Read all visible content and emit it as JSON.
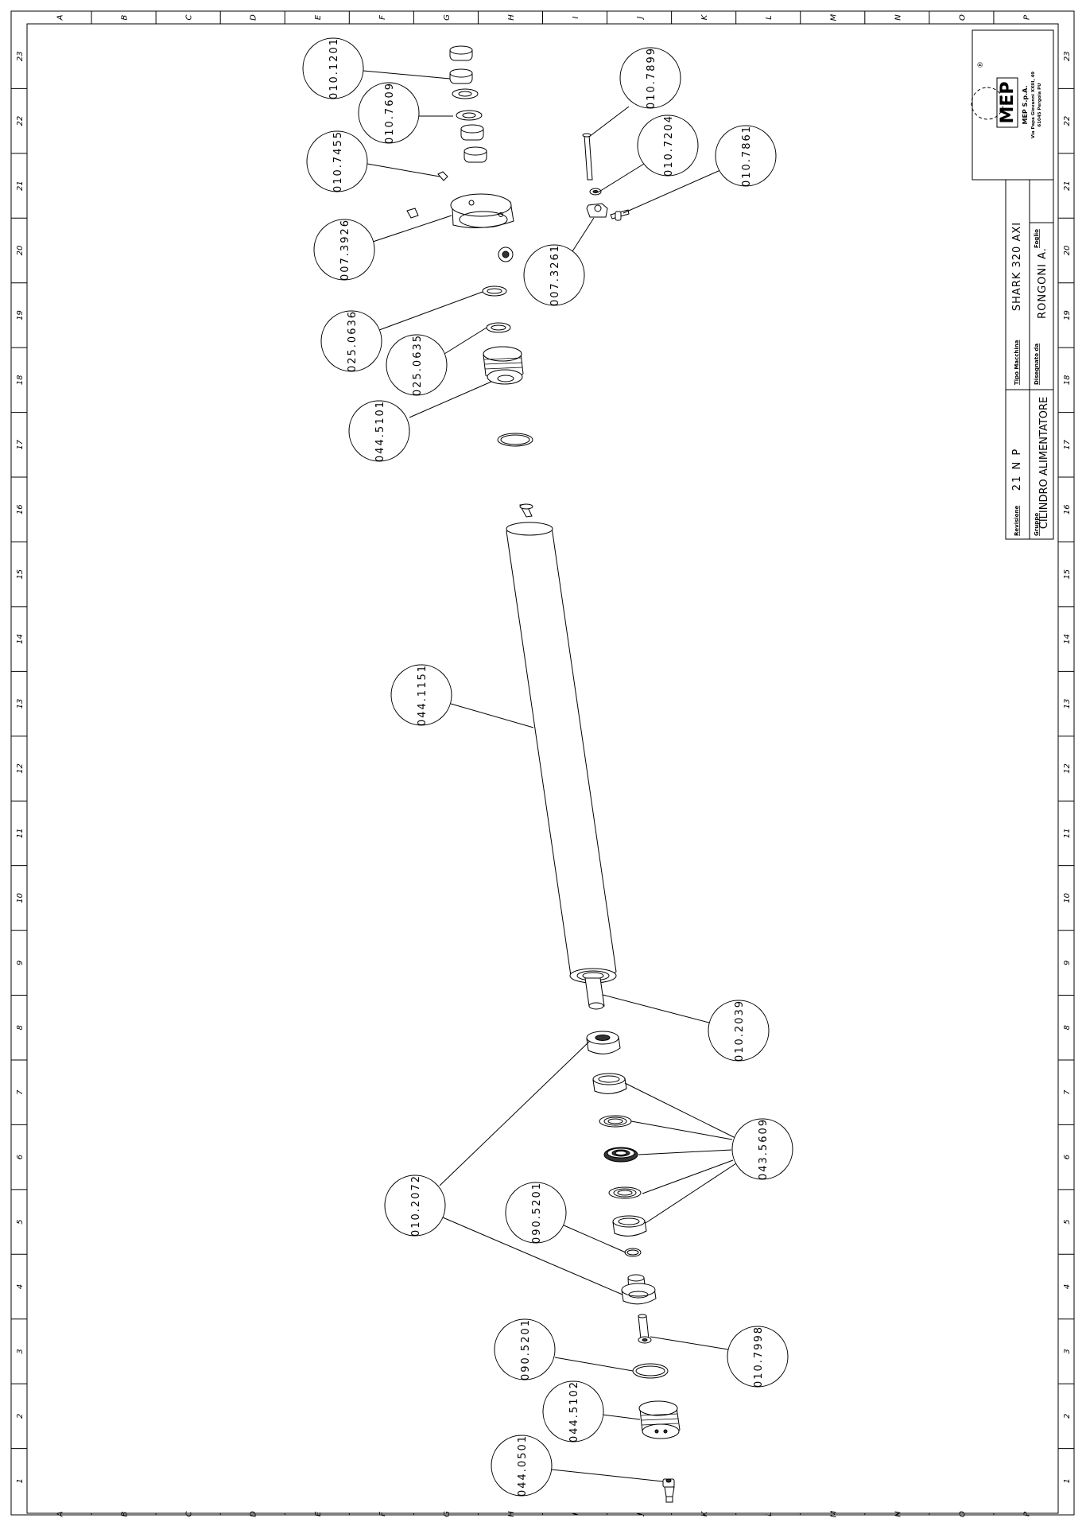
{
  "grid": {
    "columns": [
      "A",
      "B",
      "C",
      "D",
      "E",
      "F",
      "G",
      "H",
      "I",
      "J",
      "K",
      "L",
      "M",
      "N",
      "O",
      "P"
    ],
    "rows": [
      "1",
      "2",
      "3",
      "4",
      "5",
      "6",
      "7",
      "8",
      "9",
      "10",
      "11",
      "12",
      "13",
      "14",
      "15",
      "16",
      "17",
      "18",
      "19",
      "20",
      "21",
      "22",
      "23"
    ]
  },
  "title_block": {
    "company": "MEP S.p.A.",
    "address_line1": "Via Papa Giovanni XXIII, 49",
    "address_line2": "61045 Pergola PU",
    "revisione_label": "Revisione",
    "revisione_value": "21 N P",
    "tipo_macchina_label": "Tipo Macchina",
    "tipo_macchina_value": "SHARK 320 AXI",
    "gruppo_label": "Gruppo",
    "gruppo_value": "CILINDRO ALIMENTATORE",
    "disegnato_label": "Disegnato da",
    "disegnato_value": "RONGONI A.",
    "foglio_label": "Foglio"
  },
  "parts": [
    {
      "code": "010.1201"
    },
    {
      "code": "010.7609"
    },
    {
      "code": "010.7455"
    },
    {
      "code": "007.3926"
    },
    {
      "code": "025.0636"
    },
    {
      "code": "025.0635"
    },
    {
      "code": "044.5101"
    },
    {
      "code": "010.7899"
    },
    {
      "code": "010.7204"
    },
    {
      "code": "010.7861"
    },
    {
      "code": "007.3261"
    },
    {
      "code": "044.1151"
    },
    {
      "code": "010.2039"
    },
    {
      "code": "043.5609"
    },
    {
      "code": "010.2072"
    },
    {
      "code": "090.5201"
    },
    {
      "code": "010.7998"
    },
    {
      "code": "090.5201"
    },
    {
      "code": "044.5102"
    },
    {
      "code": "044.0501"
    }
  ]
}
